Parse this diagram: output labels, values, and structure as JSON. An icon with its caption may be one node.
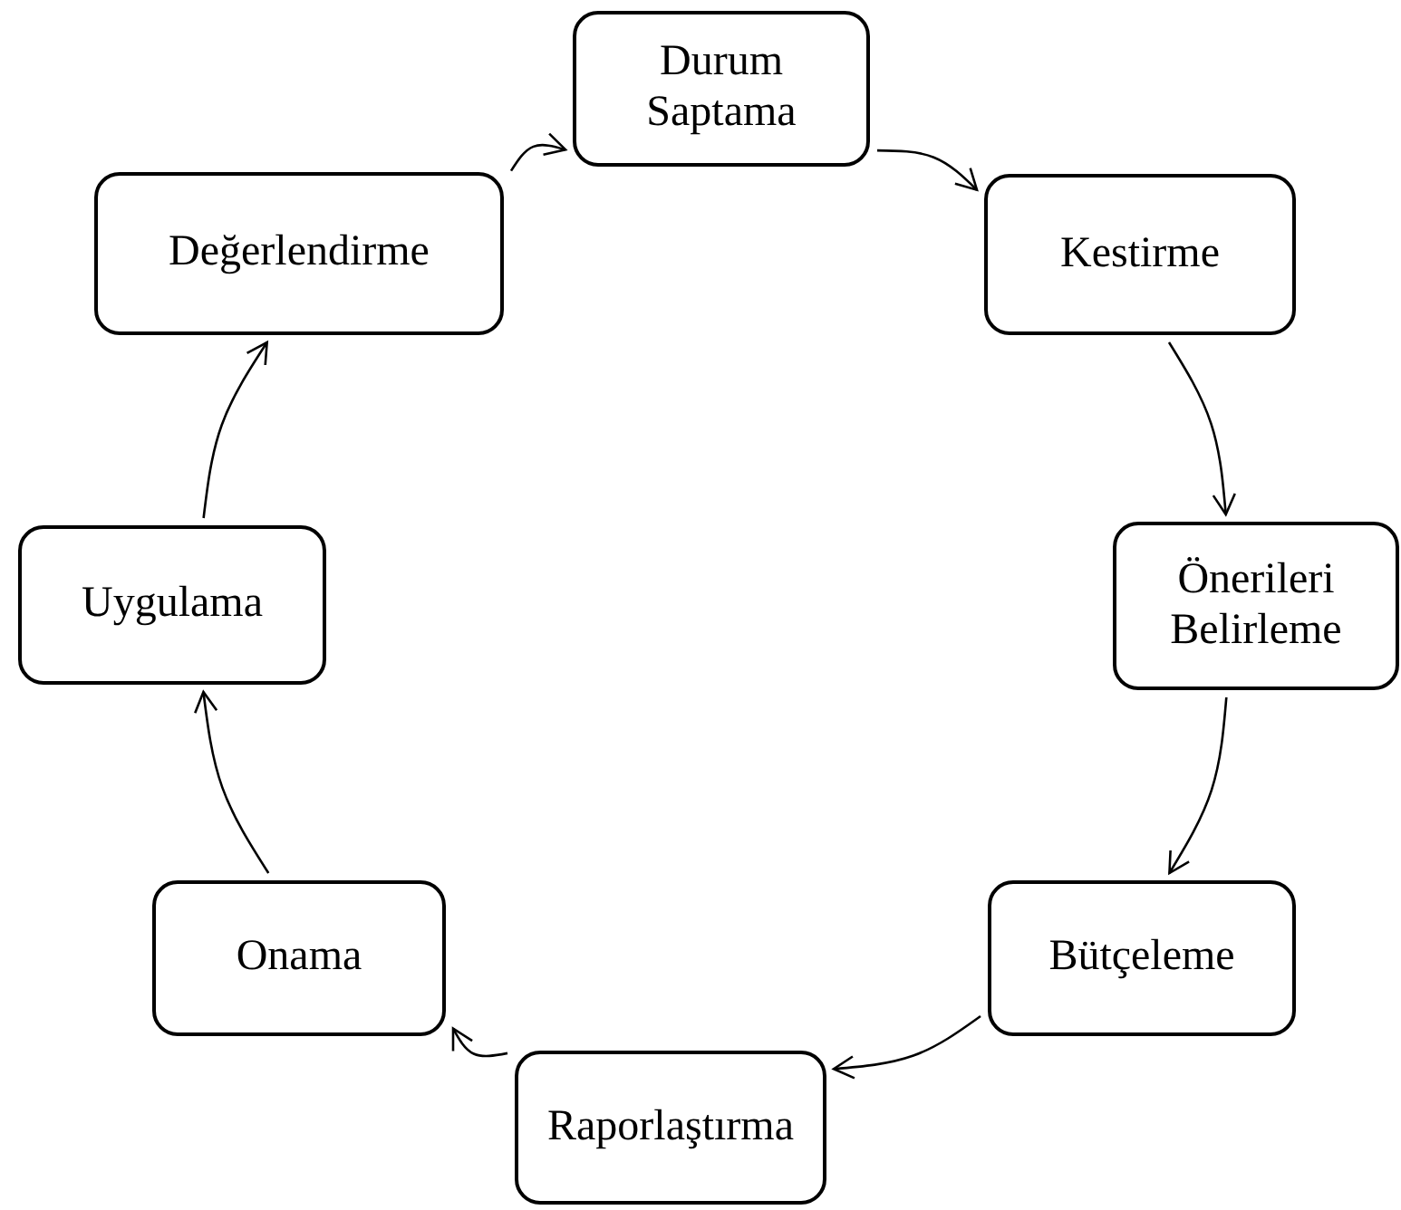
{
  "diagram": {
    "nodes": [
      {
        "text": [
          "Durum Saptama"
        ]
      },
      {
        "text": [
          "Kestirme"
        ]
      },
      {
        "text": [
          "Önerileri Belirleme"
        ]
      },
      {
        "text": [
          "Bütçeleme"
        ]
      },
      {
        "text": [
          "Raporlaştırma"
        ]
      },
      {
        "text": [
          "Onama"
        ]
      },
      {
        "text": [
          "Uygulama"
        ]
      },
      {
        "text": [
          "Değerlendirme"
        ]
      }
    ],
    "edges": [
      {
        "from": 0,
        "to": 1,
        "arrow": "to"
      },
      {
        "from": 1,
        "to": 2,
        "arrow": "to"
      },
      {
        "from": 2,
        "to": 3,
        "arrow": "to"
      },
      {
        "from": 3,
        "to": 4,
        "arrow": "to"
      },
      {
        "from": 4,
        "to": 5,
        "arrow": "to"
      },
      {
        "from": 5,
        "to": 6,
        "arrow": "to"
      },
      {
        "from": 6,
        "to": 7,
        "arrow": "to"
      },
      {
        "from": 7,
        "to": 0,
        "arrow": "to"
      }
    ]
  }
}
